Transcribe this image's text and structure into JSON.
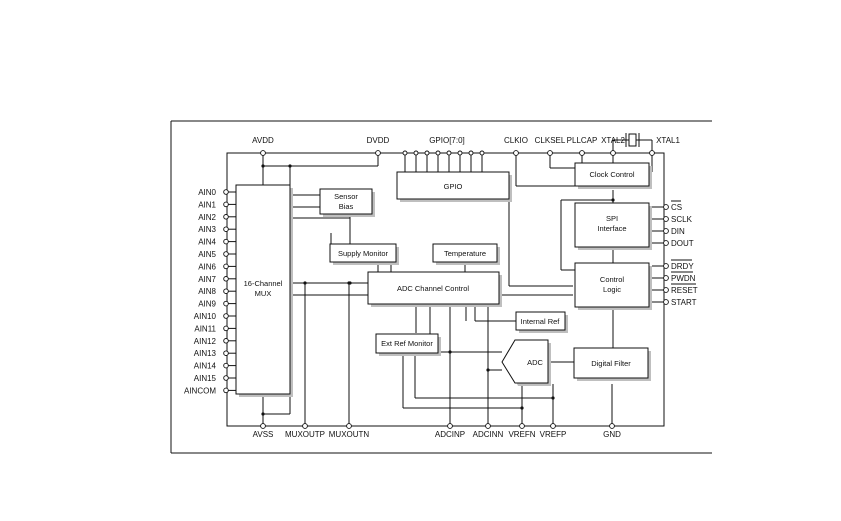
{
  "diagram": {
    "top_pins": {
      "avdd": "AVDD",
      "dvdd": "DVDD",
      "gpio": "GPIO[7:0]",
      "clkio": "CLKIO",
      "clksel": "CLKSEL",
      "pllcap": "PLLCAP",
      "xtal2": "XTAL2",
      "xtal1": "XTAL1"
    },
    "analog_inputs": [
      "AIN0",
      "AIN1",
      "AIN2",
      "AIN3",
      "AIN4",
      "AIN5",
      "AIN6",
      "AIN7",
      "AIN8",
      "AIN9",
      "AIN10",
      "AIN11",
      "AIN12",
      "AIN13",
      "AIN14",
      "AIN15",
      "AINCOM"
    ],
    "right_pins": {
      "cs": "CS",
      "sclk": "SCLK",
      "din": "DIN",
      "dout": "DOUT",
      "drdy": "DRDY",
      "pwdn": "PWDN",
      "reset": "RESET",
      "start": "START"
    },
    "bottom_pins": {
      "avss": "AVSS",
      "muxoutp": "MUXOUTP",
      "muxoutn": "MUXOUTN",
      "adcinp": "ADCINP",
      "adcinn": "ADCINN",
      "vrefn": "VREFN",
      "vrefp": "VREFP",
      "gnd": "GND"
    },
    "blocks": {
      "mux_line1": "16-Channel",
      "mux_line2": "MUX",
      "sensor_line1": "Sensor",
      "sensor_line2": "Bias",
      "supply_monitor": "Supply Monitor",
      "temperature": "Temperature",
      "gpio": "GPIO",
      "clock_control": "Clock Control",
      "spi_line1": "SPI",
      "spi_line2": "Interface",
      "control_line1": "Control",
      "control_line2": "Logic",
      "adc_channel_control": "ADC Channel Control",
      "internal_ref": "Internal Ref",
      "ext_ref_monitor": "Ext Ref Monitor",
      "adc": "ADC",
      "digital_filter": "Digital Filter"
    }
  }
}
